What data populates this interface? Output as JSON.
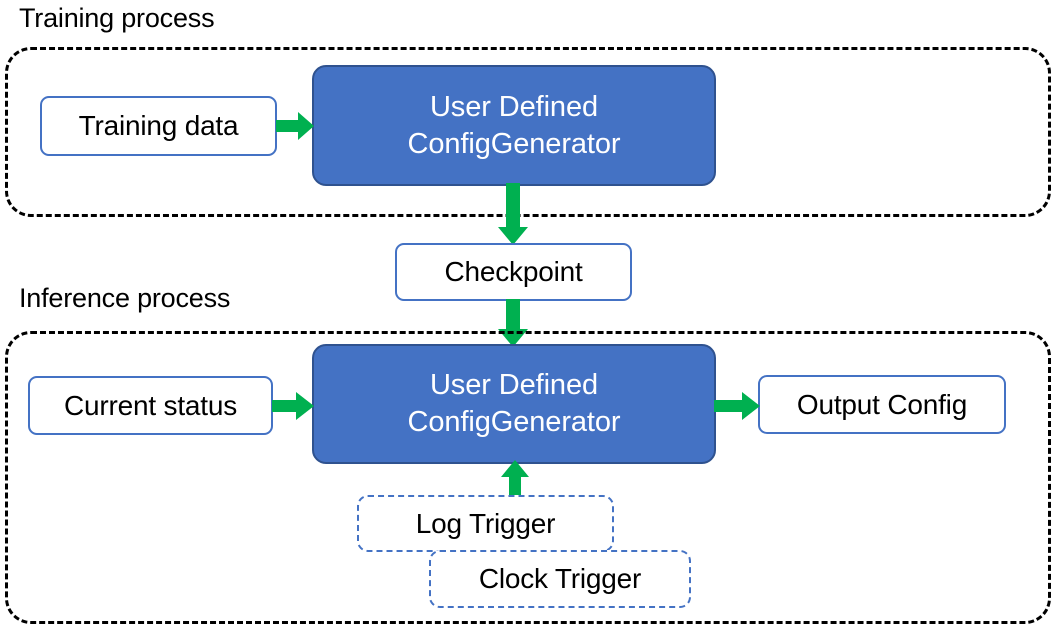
{
  "diagram": {
    "title_training": "Training process",
    "title_inference": "Inference process",
    "colors": {
      "accent_blue": "#4472C4",
      "blue_border": "#2F528F",
      "arrow_green": "#00B050",
      "container_dash": "#000000",
      "node_border": "#4472C4",
      "text_dark": "#000000",
      "text_light": "#FFFFFF",
      "background": "#FFFFFF"
    }
  },
  "training": {
    "caption": "Training process",
    "nodes": {
      "training_data": "Training data",
      "generator_line1": "User Defined",
      "generator_line2": "ConfigGenerator"
    }
  },
  "bridge": {
    "checkpoint": "Checkpoint"
  },
  "inference": {
    "caption": "Inference process",
    "nodes": {
      "current_status": "Current status",
      "generator_line1": "User Defined",
      "generator_line2": "ConfigGenerator",
      "output_config": "Output Config",
      "log_trigger": "Log Trigger",
      "clock_trigger": "Clock Trigger"
    }
  },
  "edges": [
    {
      "id": "training-data-to-generator",
      "from": "Training data",
      "to": "User Defined ConfigGenerator",
      "direction": "right"
    },
    {
      "id": "generator-to-checkpoint",
      "from": "User Defined ConfigGenerator",
      "to": "Checkpoint",
      "direction": "down"
    },
    {
      "id": "checkpoint-to-inference-generator",
      "from": "Checkpoint",
      "to": "User Defined ConfigGenerator",
      "direction": "down"
    },
    {
      "id": "current-status-to-generator",
      "from": "Current status",
      "to": "User Defined ConfigGenerator",
      "direction": "right"
    },
    {
      "id": "generator-to-output-config",
      "from": "User Defined ConfigGenerator",
      "to": "Output Config",
      "direction": "right"
    },
    {
      "id": "triggers-to-generator",
      "from": "Log Trigger / Clock Trigger",
      "to": "User Defined ConfigGenerator",
      "direction": "up"
    }
  ]
}
